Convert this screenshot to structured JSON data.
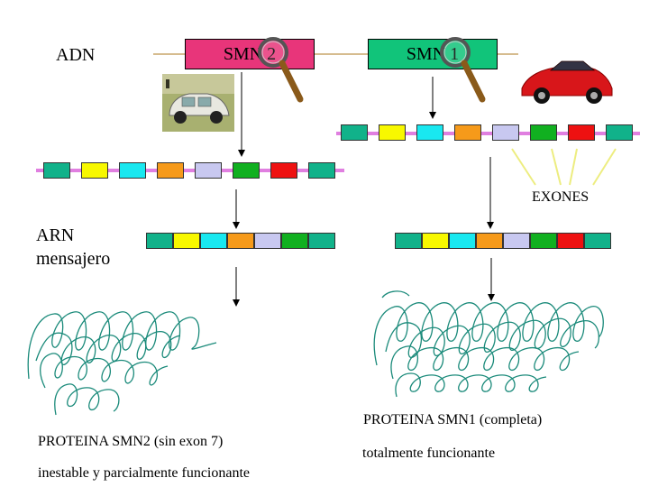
{
  "labels": {
    "adn": "ADN",
    "smn2": "SMN 2",
    "smn1": "SMN 1",
    "exones": "EXONES",
    "arn_line1": "ARN",
    "arn_line2": "mensajero",
    "protein2_title": "PROTEINA SMN2 (sin exon 7)",
    "protein2_desc": "inestable y parcialmente funcionante",
    "protein1_title": "PROTEINA SMN1 (completa)",
    "protein1_desc": "totalmente funcionante"
  },
  "colors": {
    "smn2_box": "#e8357a",
    "smn1_box": "#11c47a",
    "dna_strand": "#e07fe0",
    "adn_line": "#c9a56a",
    "exon_pointers": "#eded80",
    "protein_squiggle": "#1a8a7a"
  },
  "exon_colors_dna": [
    "#11b28a",
    "#f8f800",
    "#19e8f0",
    "#f69a1a",
    "#c8c8f0",
    "#11b020",
    "#ee1111",
    "#11b28a"
  ],
  "exon_colors_smn2_mrna": [
    "#11b28a",
    "#f8f800",
    "#19e8f0",
    "#f69a1a",
    "#c8c8f0",
    "#11b020",
    "#11b28a"
  ],
  "exon_colors_smn1_mrna": [
    "#11b28a",
    "#f8f800",
    "#19e8f0",
    "#f69a1a",
    "#c8c8f0",
    "#11b020",
    "#ee1111",
    "#11b28a"
  ],
  "icons": {
    "magnifier": "magnifier-icon",
    "old_car": "old-car-icon",
    "sports_car": "sports-car-icon"
  }
}
